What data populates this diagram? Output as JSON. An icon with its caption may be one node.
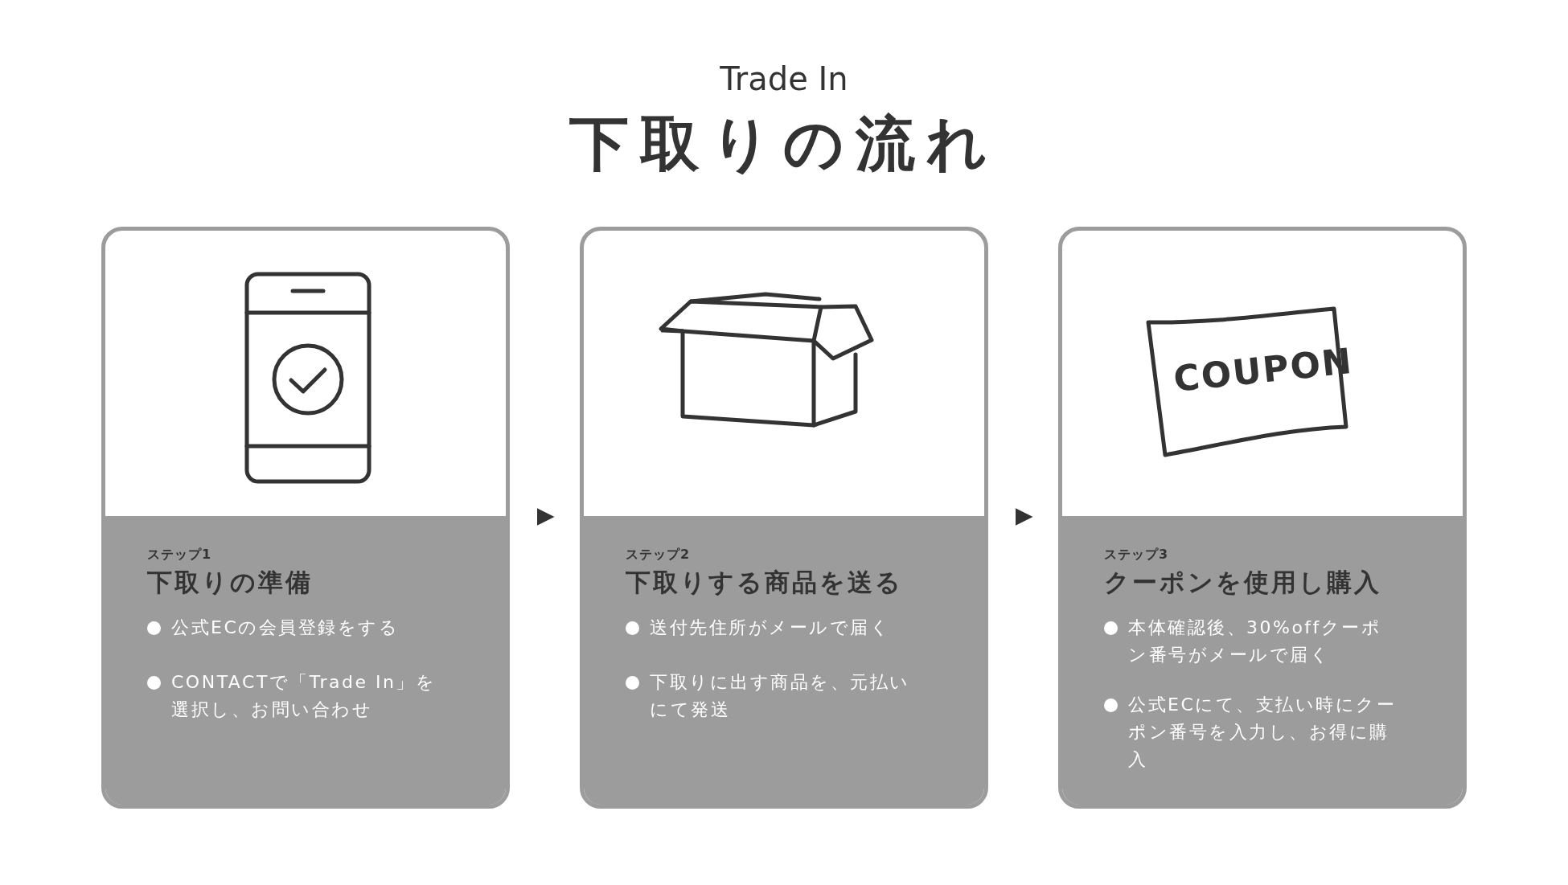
{
  "diagram": {
    "title": "下取りの流れ",
    "nodes": [
      {
        "text": [
          "ステップ1",
          "下取りの準備",
          "公式ECの会員登録をする",
          "CONTACTで「Trade In」を選択し、お問い合わせ"
        ]
      },
      {
        "text": [
          "ステップ2",
          "下取りする商品を送る",
          "送付先住所がメールで届く",
          "下取りに出す商品を、元払いにて発送"
        ]
      },
      {
        "text": [
          "ステップ3",
          "クーポンを使用し購入",
          "本体確認後、30%offクーポン番号がメールで届く",
          "公式ECにて、支払い時にクーポン番号を入力し、お得に購入"
        ]
      }
    ],
    "edges": [
      {
        "from": 0,
        "to": 1,
        "arrow": "to"
      },
      {
        "from": 1,
        "to": 2,
        "arrow": "to"
      }
    ],
    "labels": [
      "Trade In",
      "COUPON"
    ]
  }
}
